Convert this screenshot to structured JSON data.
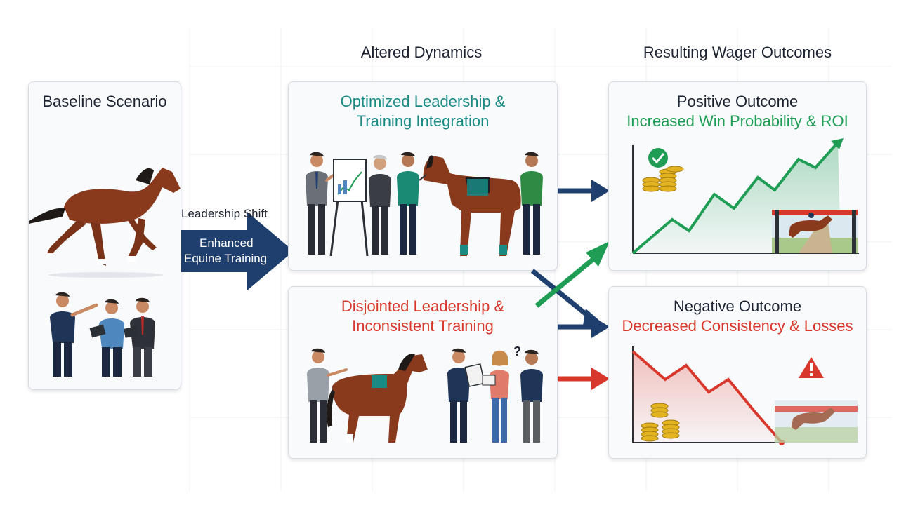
{
  "headers": {
    "altered": "Altered Dynamics",
    "results": "Resulting Wager Outcomes"
  },
  "baseline": {
    "title": "Baseline Scenario"
  },
  "transition": {
    "line1": "Leadership Shift",
    "plus": "+",
    "line2": "Enhanced",
    "line3": "Equine Training"
  },
  "optimized": {
    "title_line1": "Optimized Leadership &",
    "title_line2": "Training Integration"
  },
  "disjointed": {
    "title_line1": "Disjointed Leadership &",
    "title_line2": "Inconsistent Training"
  },
  "positive": {
    "title": "Positive Outcome",
    "subtitle": "Increased Win Probability & ROI"
  },
  "negative": {
    "title": "Negative Outcome",
    "subtitle": "Decreased Consistency & Losses"
  },
  "colors": {
    "navy": "#1f3f6e",
    "teal": "#1a8a84",
    "green": "#1f9d55",
    "red": "#d8382c",
    "horse": "#8a3a1c"
  },
  "icons": [
    "check-icon",
    "warning-icon",
    "coins-icon",
    "horse-icon",
    "clipboard-icon",
    "question-icon"
  ]
}
